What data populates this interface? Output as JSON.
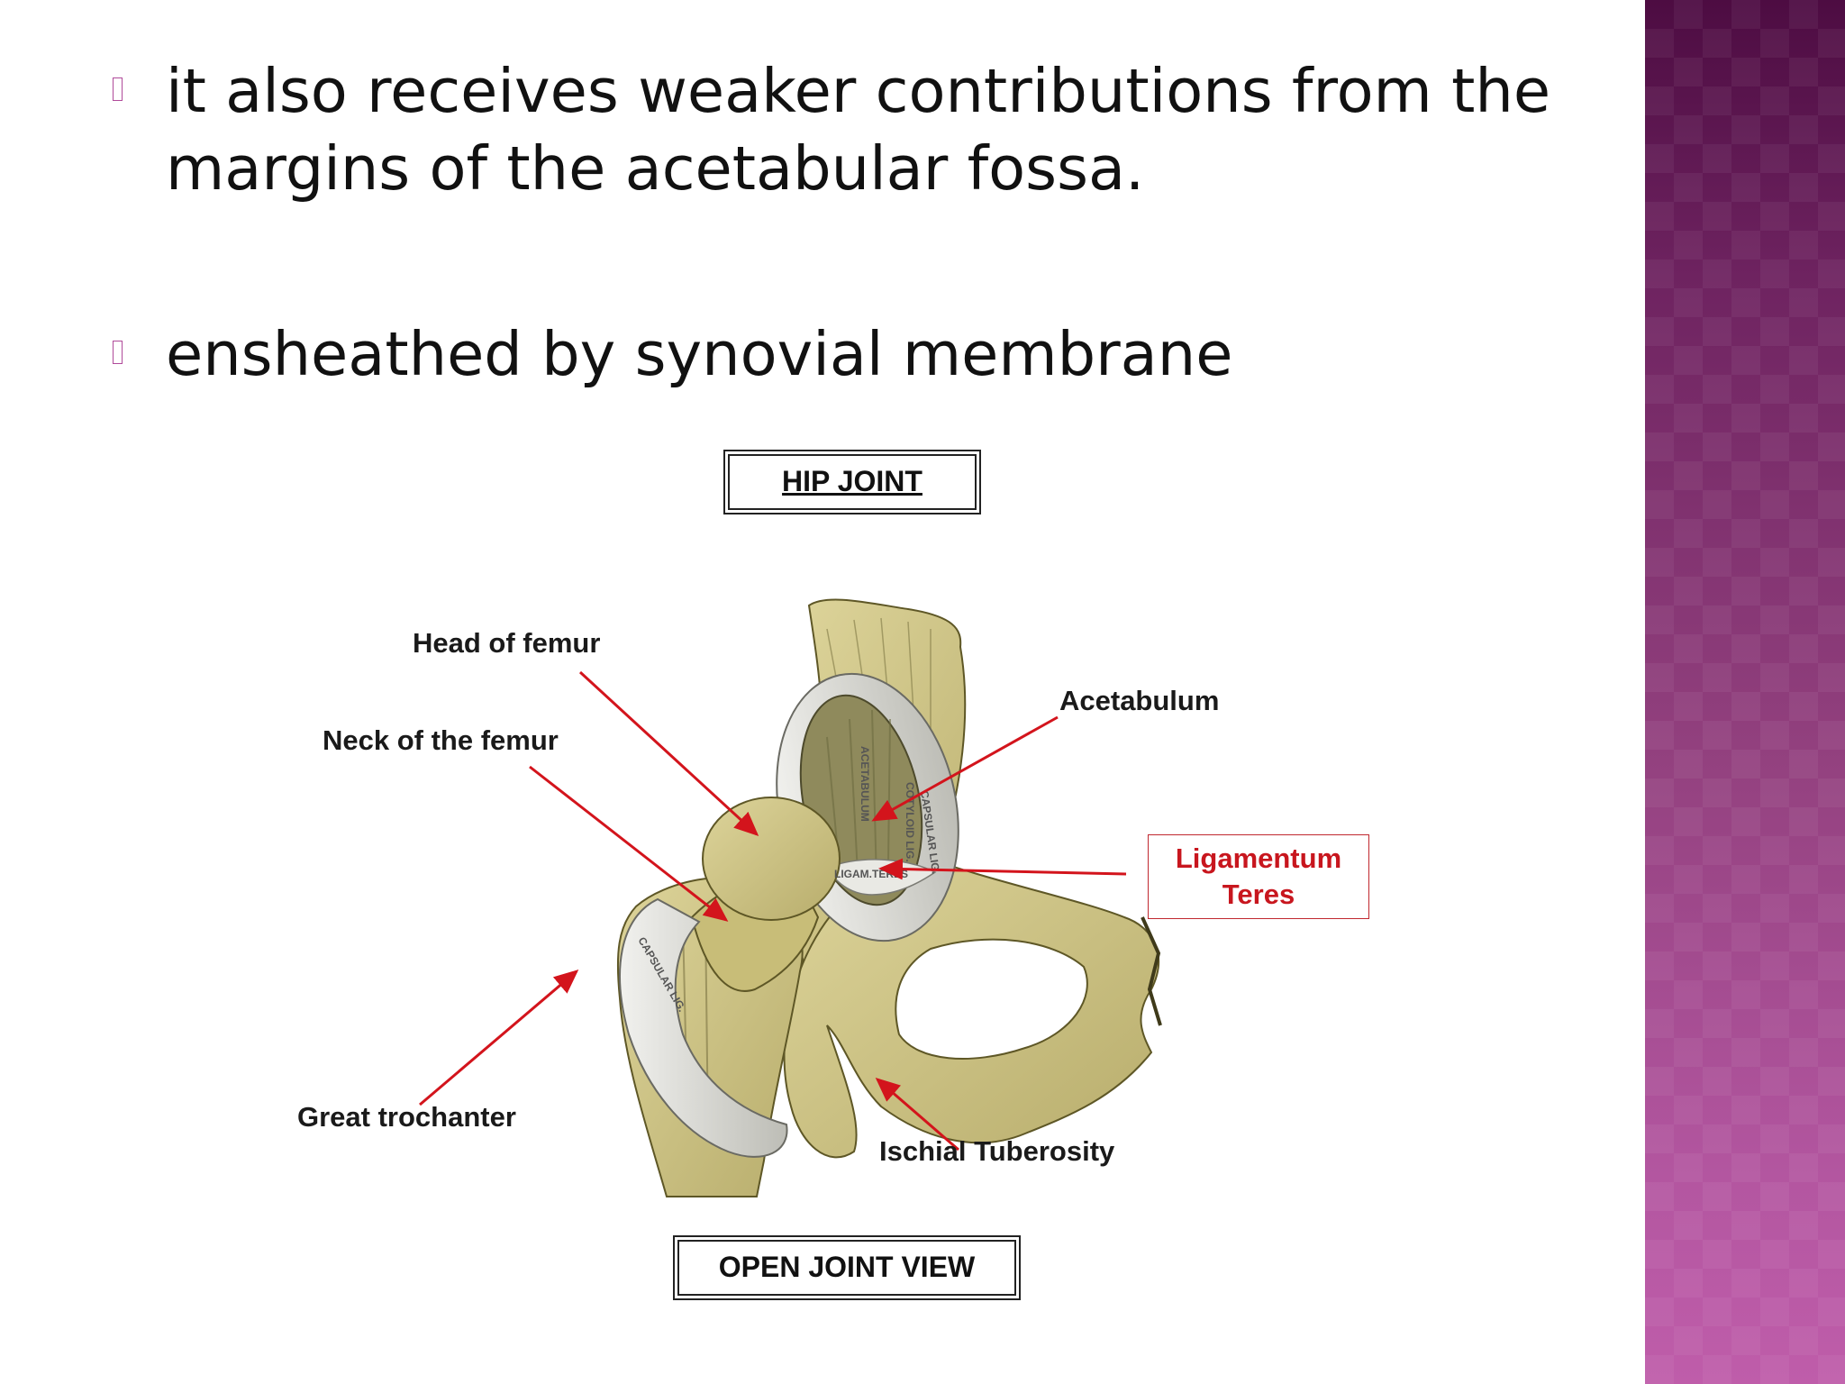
{
  "slide": {
    "bullets": [
      {
        "text": "it also receives weaker contributions from the\nmargins of the acetabular fossa."
      },
      {
        "text": "ensheathed by synovial membrane"
      }
    ]
  },
  "figure": {
    "title": "HIP JOINT",
    "caption": "OPEN JOINT VIEW",
    "labels": {
      "head_of_femur": "Head of femur",
      "neck_of_femur": "Neck of the femur",
      "acetabulum": "Acetabulum",
      "ligamentum_teres": "Ligamentum\nTeres",
      "great_trochanter": "Great trochanter",
      "ischial_tuberosity": "Ischial Tuberosity"
    },
    "engraving_text": {
      "acetabulum": "ACETABULUM",
      "cotyloid": "COTYLOID LIG.",
      "capsular_upper": "CAPSULAR LIG.",
      "ligam_teres": "LIGAM.TERES",
      "capsular_lower": "CAPSULAR LIG."
    },
    "colors": {
      "bone": "#cfc58a",
      "bone_dark": "#5e5726",
      "ligament": "#d8d8d2",
      "arrow": "#d3141c"
    }
  }
}
